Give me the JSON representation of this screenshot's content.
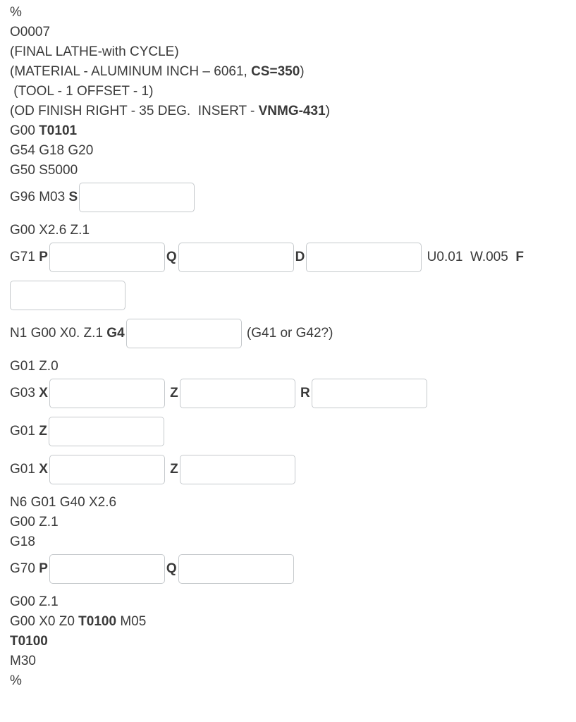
{
  "page": {
    "background_color": "#ffffff",
    "text_color": "#3a3a3a",
    "input_border_color": "#c5c9cc"
  },
  "code": {
    "line01": "%",
    "line02": "O0007",
    "line03": "(FINAL LATHE-with CYCLE)",
    "line04_pre": "(MATERIAL - ALUMINUM INCH – 6061, ",
    "line04_bold": "CS=350",
    "line04_post": ")",
    "line05": " (TOOL - 1 OFFSET - 1)",
    "line06_pre": "(OD FINISH RIGHT - 35 DEG.  INSERT - ",
    "line06_bold": "VNMG-431",
    "line06_post": ")",
    "line07_pre": "G00 ",
    "line07_bold": "T0101",
    "line08": "G54 G18 G20",
    "line09": "G50 S5000",
    "line10_pre": "G96 M03 ",
    "line10_bold": "S",
    "line11": "G00 X2.6 Z.1",
    "line12_pre": "G71 ",
    "line12_p": "P",
    "line12_q": "Q",
    "line12_d": "D",
    "line12_mid": " U0.01  W.005  ",
    "line12_f": "F",
    "line14_pre": "N1 G00 X0. Z.1 ",
    "line14_bold": "G4",
    "line14_post": " (G41 or G42?)",
    "line15": "G01 Z.0",
    "line16_pre": "G03 ",
    "line16_x": "X",
    "line16_z": " Z",
    "line16_r": " R",
    "line17_pre": "G01 ",
    "line17_z": "Z",
    "line18_pre": "G01 ",
    "line18_x": "X",
    "line18_z": " Z",
    "line19": "N6 G01 G40 X2.6",
    "line20": "G00 Z.1",
    "line21": "G18",
    "line22_pre": "G70 ",
    "line22_p": "P",
    "line22_q": "Q",
    "line23": "G00 Z.1",
    "line24_pre": "G00 X0 Z0 ",
    "line24_bold": "T0100",
    "line24_post": " M05",
    "line25_bold": "T0100",
    "line26": "M30",
    "line27": "%"
  },
  "inputs": {
    "spindle_speed": "",
    "g71_p": "",
    "g71_q": "",
    "g71_d": "",
    "g71_f": "",
    "g41_g42": "",
    "g03_x": "",
    "g03_z": "",
    "g03_r": "",
    "g01_z": "",
    "g01_x": "",
    "g01_x_z": "",
    "g70_p": "",
    "g70_q": ""
  }
}
